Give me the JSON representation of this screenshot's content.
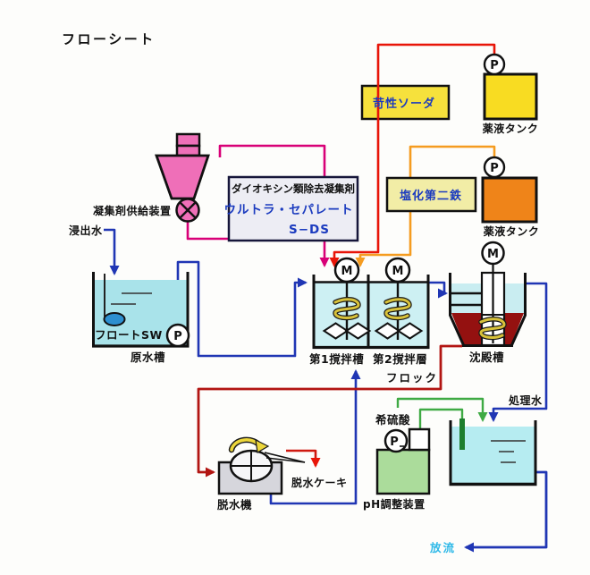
{
  "title": "フローシート",
  "coagulant_feeder": {
    "label": "凝集剤供給装置"
  },
  "sds_box": {
    "line1": "ダイオキシン類除去凝集剤",
    "line2": "ウルトラ・セパレート",
    "line3": "S−DS"
  },
  "influent": {
    "label": "浸出水"
  },
  "raw_tank": {
    "label": "原水槽",
    "float_switch": "フロートSW",
    "pump": "P"
  },
  "caustic_box": {
    "label": "苛性ソーダ"
  },
  "ferric_box": {
    "label": "塩化第二鉄"
  },
  "chem_tank_upper": {
    "label": "薬液タンク",
    "pump": "P"
  },
  "chem_tank_lower": {
    "label": "薬液タンク",
    "pump": "P"
  },
  "mixing_tank1": {
    "label": "第1撹拌槽",
    "motor": "M"
  },
  "mixing_tank2": {
    "label": "第2撹拌層",
    "motor": "M"
  },
  "settling_tank": {
    "label": "沈殿槽",
    "motor": "M"
  },
  "floc": {
    "label": "フロック"
  },
  "treated_water": {
    "label": "処理水"
  },
  "ph_unit": {
    "label": "pH調整装置",
    "acid_label": "希硫酸",
    "pump": "P"
  },
  "dewaterer": {
    "label": "脱水機",
    "cake_label": "脱水ケーキ"
  },
  "discharge": {
    "label": "放流"
  },
  "colors": {
    "pipe_blue": "#2036b4",
    "line_magenta": "#d80077",
    "line_red": "#e81508",
    "line_orange": "#f59c20",
    "line_green": "#3faa44",
    "sludge_line_red": "#b21512",
    "water_cyan": "#c9edf1",
    "sludge_fill": "#941110",
    "hopper_pink": "#ef6fb8",
    "caustic_yellow": "#f6e13c",
    "ferric_pale_yellow": "#f2eda6",
    "chem_tank_yellow": "#f8dc22",
    "chem_tank_orange": "#ef8419",
    "ph_green": "#abdc9b",
    "label_blue": "#1b3bbf",
    "discharge_cyan": "#2fb9e8"
  }
}
